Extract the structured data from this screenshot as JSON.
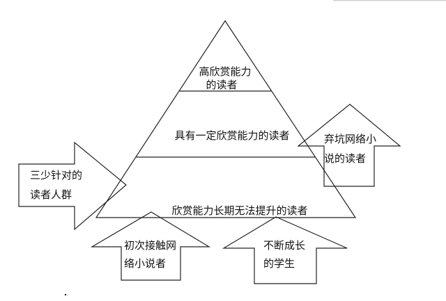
{
  "pyramid": {
    "top": [
      "高欣赏能力",
      "的读者"
    ],
    "middle": "具有一定欣赏能力的读者",
    "bottom": "欣赏能力长期无法提升的读者"
  },
  "arrows": {
    "left": [
      "三少针对的",
      "读者人群"
    ],
    "right": [
      "弃坑网络小",
      "说的读者"
    ],
    "bottom_left": [
      "初次接触网",
      "络小说者"
    ],
    "bottom_right": [
      "不断成长",
      "的学生"
    ]
  }
}
